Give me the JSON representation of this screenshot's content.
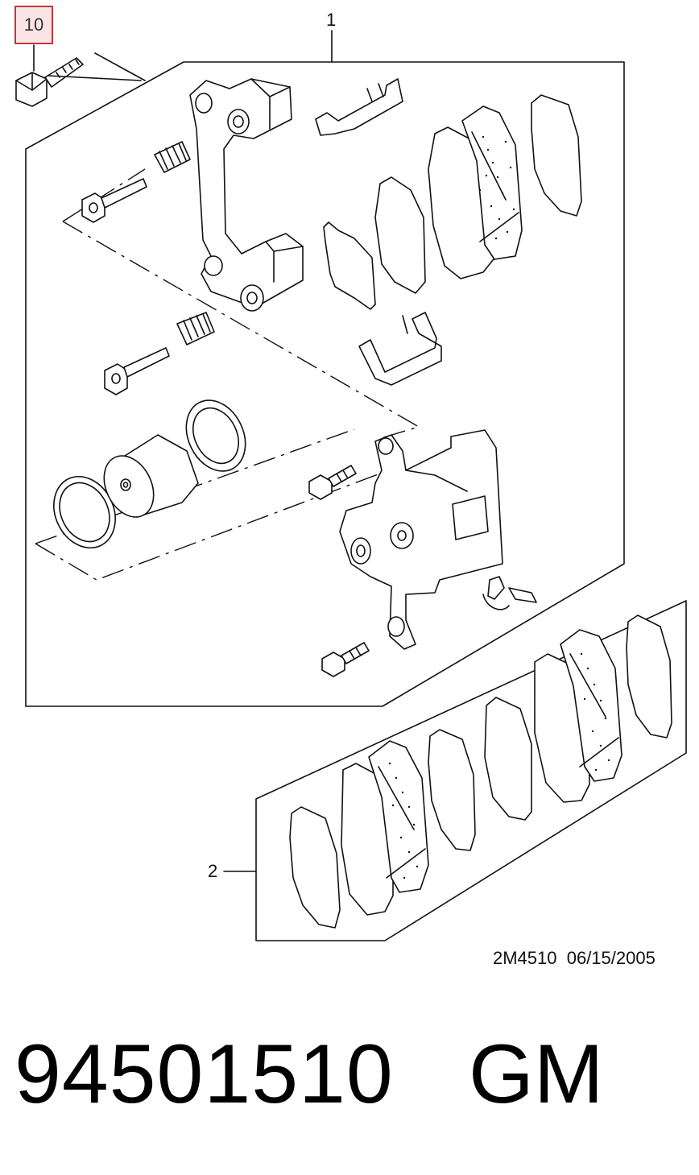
{
  "diagram": {
    "callouts": {
      "bolt": "10",
      "caliper_assembly": "1",
      "pad_set": "2"
    },
    "reference_code": "2M4510  06/15/2005",
    "part_number": "94501510",
    "brand": "GM",
    "colors": {
      "line": "#111111",
      "callout_border": "#c0393b",
      "callout_fill": "#fbe4e6"
    }
  }
}
